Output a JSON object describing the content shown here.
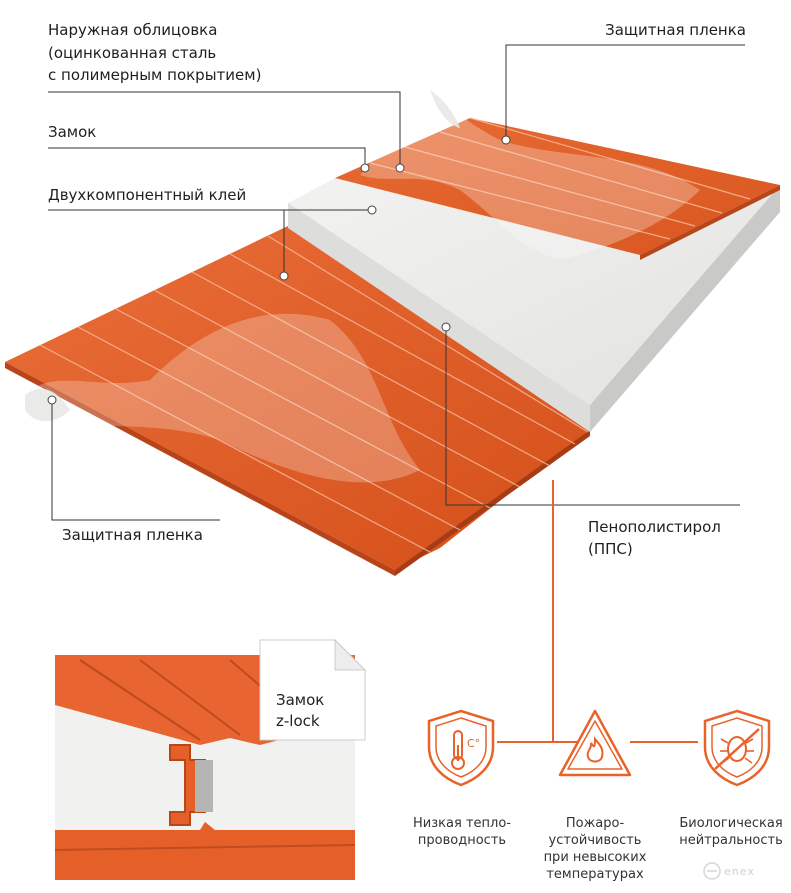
{
  "labels": {
    "outer_line1": "Наружная облицовка",
    "outer_line2": "(оцинкованная сталь",
    "outer_line3": "с полимерным покрытием)",
    "lock": "Замок",
    "glue": "Двухкомпонентный клей",
    "film_top": "Защитная пленка",
    "film_bottom": "Защитная пленка",
    "foam_line1": "Пенополистирол",
    "foam_line2": "(ППС)"
  },
  "detail": {
    "line1": "Замок",
    "line2": "z-lock"
  },
  "features": [
    {
      "icon": "thermometer-shield-icon",
      "line1": "Низкая тепло-",
      "line2": "проводность",
      "line3": "",
      "line4": ""
    },
    {
      "icon": "fire-warning-icon",
      "line1": "Пожаро-",
      "line2": "устойчивость",
      "line3": "при невысоких",
      "line4": "температурах"
    },
    {
      "icon": "bug-shield-icon",
      "line1": "Биологическая",
      "line2": "нейтральность",
      "line3": "",
      "line4": ""
    }
  ],
  "colors": {
    "accent": "#E8632A",
    "steel": "#E35F2A",
    "foam": "#EDEDEB",
    "line": "#333333"
  }
}
